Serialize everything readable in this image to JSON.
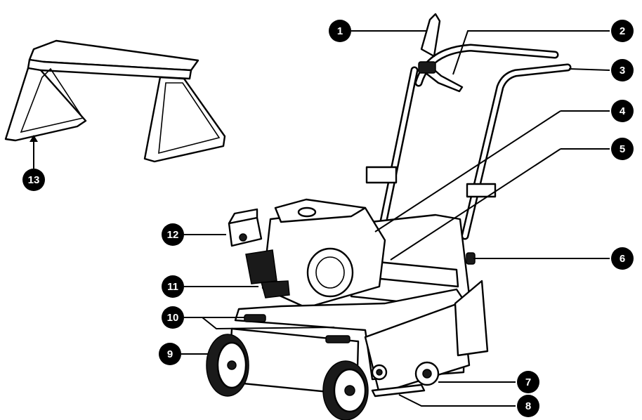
{
  "callouts": [
    {
      "label": "1"
    },
    {
      "label": "2"
    },
    {
      "label": "3"
    },
    {
      "label": "4"
    },
    {
      "label": "5"
    },
    {
      "label": "6"
    },
    {
      "label": "7"
    },
    {
      "label": "8"
    },
    {
      "label": "9"
    },
    {
      "label": "10"
    },
    {
      "label": "11"
    },
    {
      "label": "12"
    },
    {
      "label": "13"
    }
  ],
  "colors": {
    "line": "#000000",
    "background": "#ffffff",
    "callout_fill": "#000000",
    "callout_text": "#ffffff"
  }
}
